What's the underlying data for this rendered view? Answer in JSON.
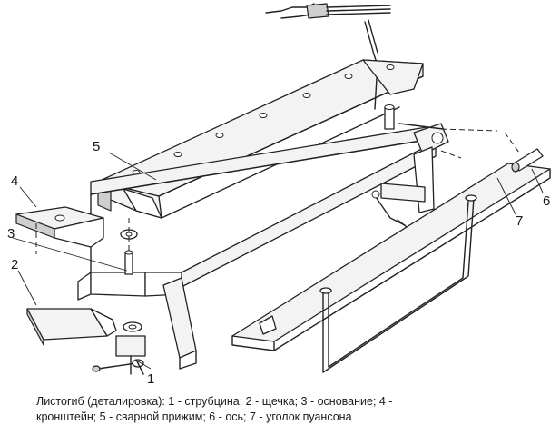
{
  "labels": {
    "l1": "1",
    "l2": "2",
    "l3": "3",
    "l4": "4",
    "l5": "5",
    "l6": "6",
    "l7": "7"
  },
  "caption": {
    "line1": "Листогиб (деталировка): 1 - струбцина; 2 - щечка; 3 - основание; 4 -",
    "line2": "кронштейн; 5 - сварной прижим; 6 - ось; 7 - уголок пуансона"
  }
}
